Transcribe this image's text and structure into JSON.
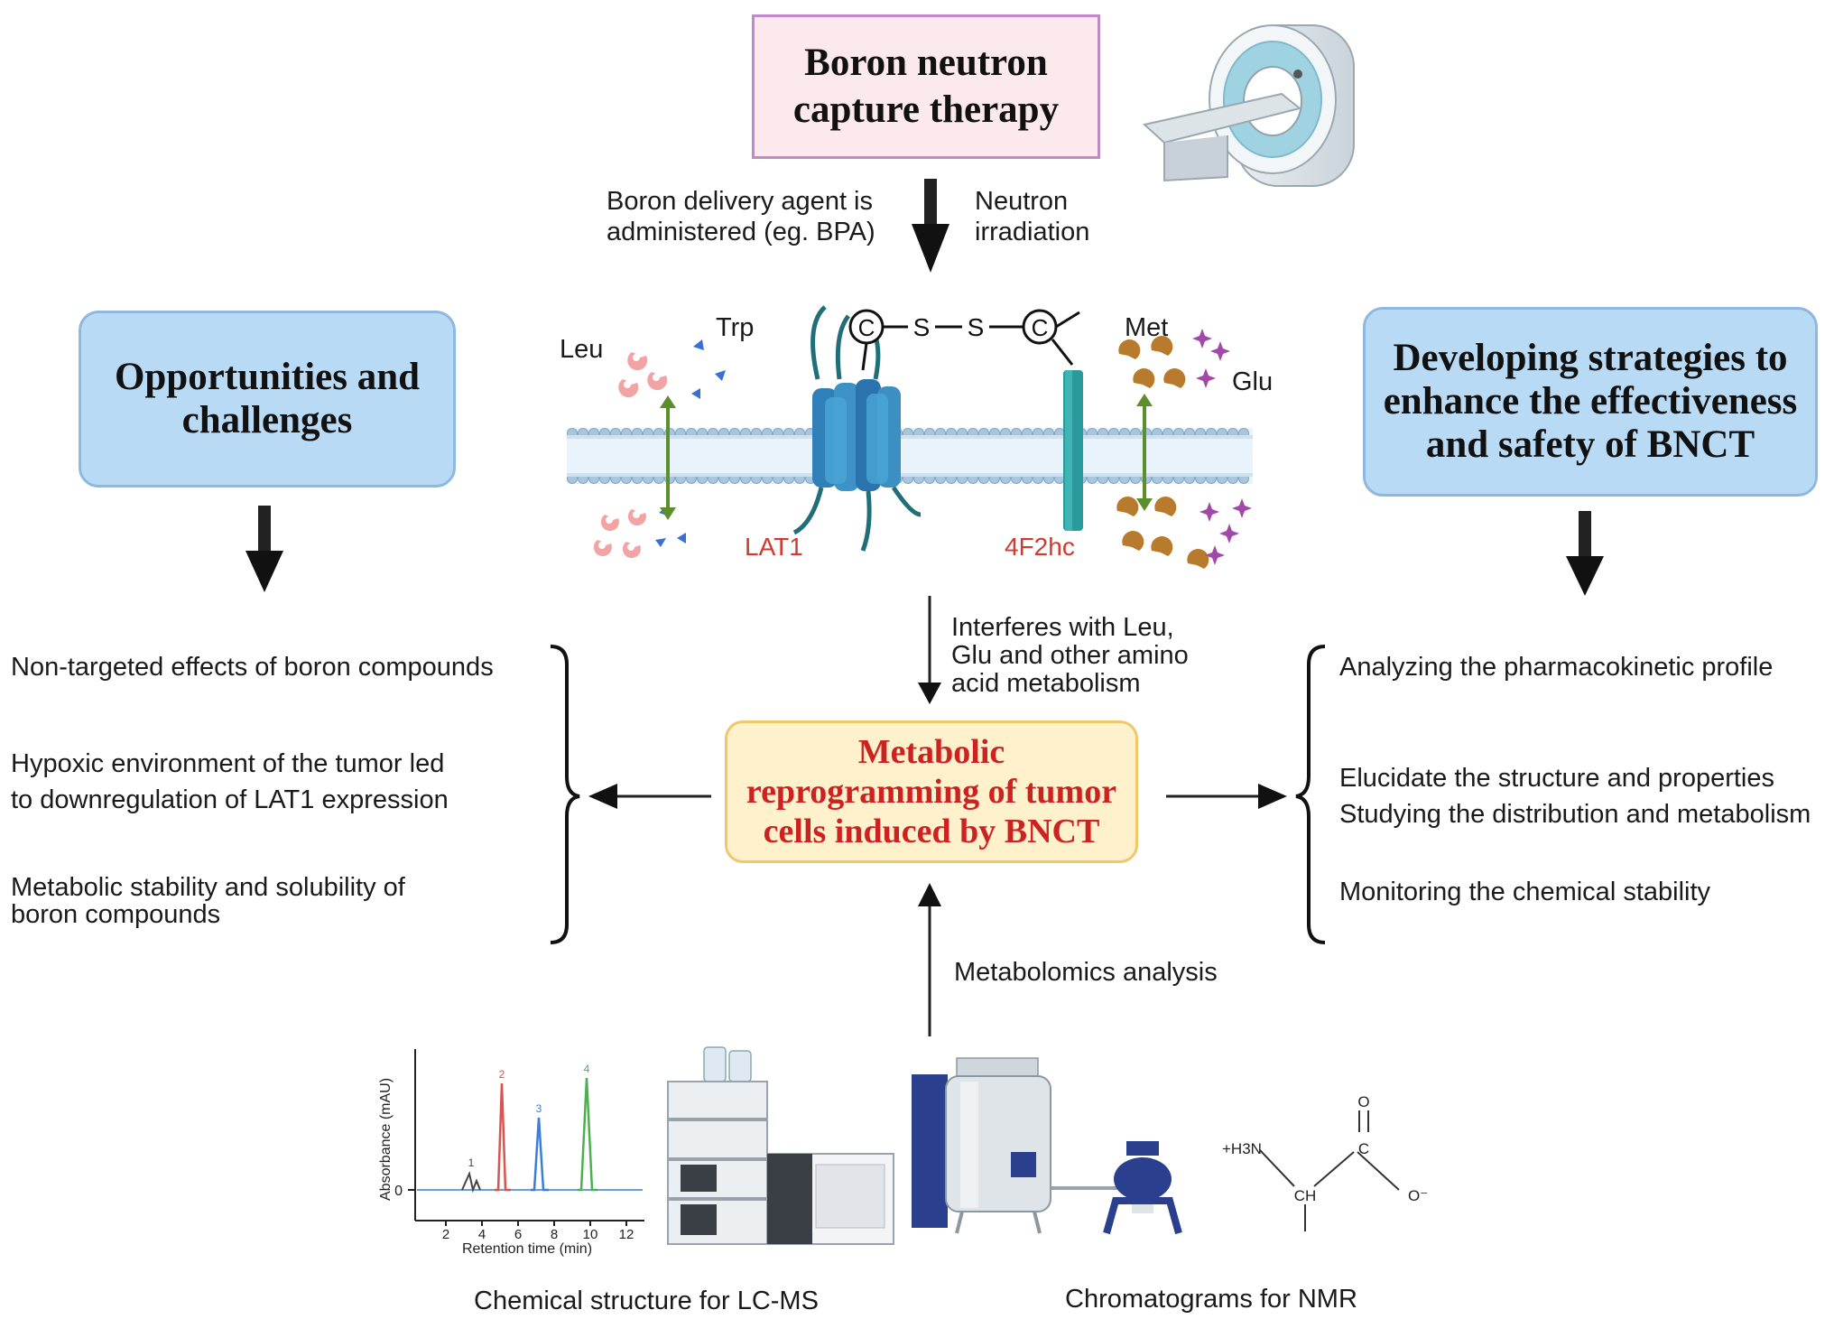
{
  "top_box": {
    "line1": "Boron neutron",
    "line2": "capture therapy"
  },
  "left_box": {
    "line1": "Opportunities and",
    "line2": "challenges"
  },
  "right_box": {
    "line1": "Developing strategies to",
    "line2": "enhance the effectiveness",
    "line3": "and safety of  BNCT"
  },
  "center_box": {
    "line1": "Metabolic",
    "line2": "reprogramming of tumor",
    "line3": "cells induced by BNCT"
  },
  "top_arrow_labels": {
    "left_line1": "Boron delivery agent is",
    "left_line2": "administered (eg. BPA)",
    "right_line1": "Neutron",
    "right_line2": "irradiation"
  },
  "membrane_labels": {
    "leu": "Leu",
    "trp": "Trp",
    "met": "Met",
    "glu": "Glu",
    "lat1": "LAT1",
    "f2hc": "4F2hc",
    "c_left": "C",
    "s1": "S",
    "s2": "S",
    "c_right": "C"
  },
  "interferes_label": {
    "line1": "Interferes with Leu,",
    "line2": "Glu and other amino",
    "line3": "acid metabolism"
  },
  "left_list": [
    {
      "line1": "Non-targeted effects of boron compounds"
    },
    {
      "line1": "Hypoxic environment of the tumor led",
      "line2": "to downregulation of LAT1 expression"
    },
    {
      "line1": "Metabolic stability and solubility of",
      "line2": "boron compounds"
    }
  ],
  "right_list": {
    "item1": "Analyzing the pharmacokinetic profile",
    "item2": "Elucidate the structure and properties",
    "item3": "Studying the distribution and metabolism",
    "item4": "Monitoring the chemical stability"
  },
  "metabolomics_label": "Metabolomics analysis",
  "bottom_captions": {
    "left": "Chemical structure for LC-MS",
    "right": "Chromatograms for NMR"
  },
  "chromatogram": {
    "ylabel": "Absorbance (mAU)",
    "xlabel": "Retention time (min)",
    "y_tick": "0",
    "x_ticks": [
      "2",
      "4",
      "6",
      "8",
      "10",
      "12"
    ],
    "peak_labels": [
      "1",
      "2",
      "3",
      "4"
    ],
    "peak_colors": [
      "#444444",
      "#d9534f",
      "#3b7dd8",
      "#4caf50"
    ]
  },
  "molecule": {
    "nh3": "+H3N",
    "ch": "CH",
    "c": "C",
    "o_top": "O",
    "o_minus": "O⁻"
  },
  "colors": {
    "top_fill": "#fbe9ee",
    "top_border": "#c08ac8",
    "blue_fill": "#b9daf4",
    "blue_border": "#8fb8e0",
    "center_fill": "#fff1cc",
    "center_border": "#f0c86a",
    "center_text": "#cc2222",
    "label_red": "#d13a2e"
  },
  "icons": [
    "mri-scanner-icon",
    "lcms-instrument-icon",
    "nmr-spectrometer-icon"
  ]
}
